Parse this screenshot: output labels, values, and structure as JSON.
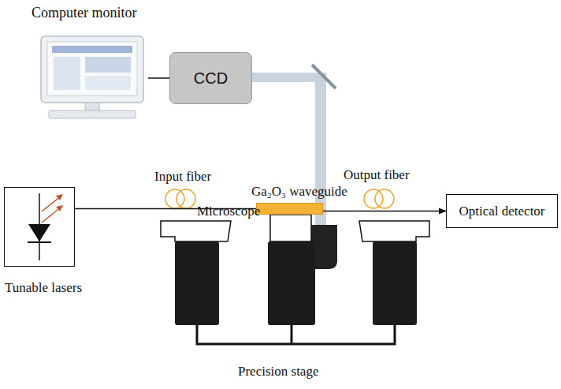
{
  "diagram": {
    "nodes": [
      {
        "text": [
          "Computer monitor"
        ]
      },
      {
        "text": [
          "CCD"
        ]
      },
      {
        "text": [
          "Tunable lasers"
        ]
      },
      {
        "text": [
          "Ga₂O₃ waveguide"
        ]
      },
      {
        "text": [
          "Optical detector"
        ]
      }
    ],
    "edges": [
      {
        "from": 0,
        "to": 1,
        "arrow": "none"
      },
      {
        "from": 2,
        "to": 3,
        "arrow": "none"
      },
      {
        "from": 3,
        "to": 4,
        "arrow": "to"
      }
    ],
    "labels": [
      "Microscope",
      "Input fiber",
      "Output fiber",
      "Precision stage"
    ]
  }
}
